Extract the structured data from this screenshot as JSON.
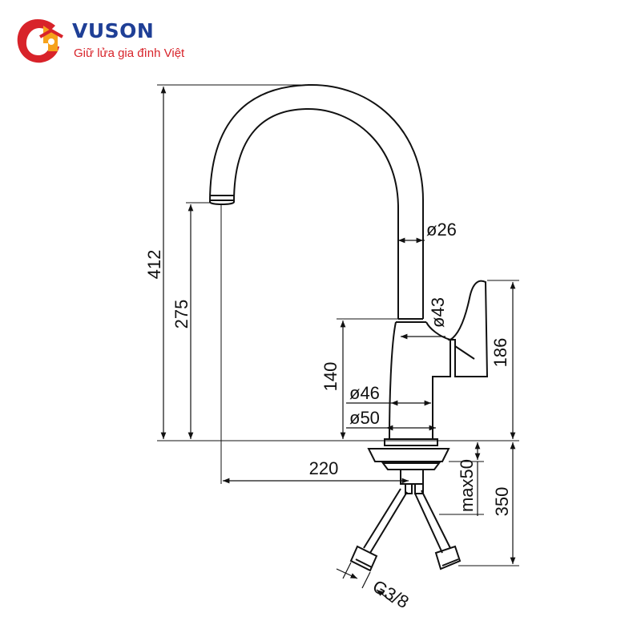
{
  "logo": {
    "brand": "VUSON",
    "slogan": "Giữ lửa gia đình Việt",
    "colors": {
      "brand": "#1f3f96",
      "accent": "#d8232a",
      "flame": "#f6a21b"
    },
    "icon": "flame-house-icon"
  },
  "dimensions": {
    "total_height": "412",
    "spout_height": "275",
    "body_height": "140",
    "lever_height": "186",
    "spout_reach": "220",
    "spout_diameter": "ø26",
    "neck_diameter": "ø43",
    "body_diameter": "ø46",
    "base_diameter": "ø50",
    "max_deck": "max50",
    "hose_length": "350",
    "thread": "G3/8"
  }
}
